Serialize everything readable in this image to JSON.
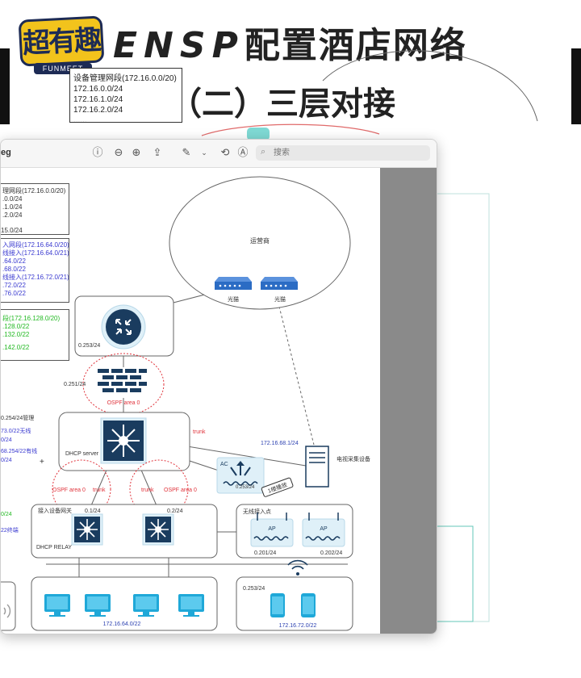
{
  "banner": {
    "logo_main": "超有趣",
    "logo_sub": "FUNMEET",
    "title_en": "ENSP",
    "title_cn": "配置酒店网络",
    "subtitle": "（二）三层对接"
  },
  "background_note": {
    "lines": [
      "设备管理网段(172.16.0.0/20)",
      "172.16.0.0/24",
      "172.16.1.0/24",
      "172.16.2.0/24",
      "......"
    ]
  },
  "window": {
    "title": "eg",
    "search_placeholder": "搜索"
  },
  "icons": [
    "info-icon",
    "zoom-out-icon",
    "zoom-in-icon",
    "share-icon",
    "pen-icon",
    "chevron-down-icon",
    "rotate-icon",
    "markup-icon",
    "search-icon"
  ],
  "notes": {
    "mgmt": [
      "理网段(172.16.0.0/20)",
      ".0.0/24",
      ".1.0/24",
      ".2.0/24",
      "",
      "15.0/24"
    ],
    "access": [
      "入网段(172.16.64.0/20)",
      "线接入(172.16.64.0/21)",
      ".64.0/22",
      ".68.0/22",
      "线接入(172.16.72.0/21)",
      ".72.0/22",
      ".76.0/22"
    ],
    "green": [
      "段(172.16.128.0/20)",
      ".128.0/22",
      ".132.0/22",
      "",
      ".142.0/22"
    ]
  },
  "diagram": {
    "operator_label": "运营商",
    "modem1_label": "光猫",
    "modem2_label": "光猫",
    "router_ip": "0.253/24",
    "firewall_ip": "0.251/24",
    "ospf_top": "OSPF area 0",
    "core_mgmt": "0.254/24管理",
    "dhcp_server": "DHCP server",
    "core_side1": "73.0/22无线",
    "core_side2": "0/24",
    "core_side3": "68.254/22有线",
    "core_side4": "0/24",
    "trunk_right": "trunk",
    "server_ip": "172.16.68.1/24",
    "server_label": "电视采集设备",
    "ac_label": "AC",
    "ac_ip": "0.253/24",
    "tag_label": "1楼播放",
    "ospf_left": "OSPF area 0",
    "trunk_left": "trunk",
    "trunk_mid": "trunk",
    "ospf_right": "OSPF area 0",
    "access_gw": "接入设备网关",
    "sw1_ip": "0.1/24",
    "sw2_ip": "0.2/24",
    "dhcp_relay": "DHCP RELAY",
    "left_green1": "0/24",
    "left_green2": "22终端",
    "wireless_label": "无线接入点",
    "ap1_label": "AP",
    "ap2_label": "AP",
    "ap1_ip": "0.201/24",
    "ap2_ip": "0.202/24",
    "pc_subnet": "172.16.64.0/22",
    "phone_ip": "0.253/24",
    "phone_subnet": "172.16.72.0/22"
  },
  "colors": {
    "line": "#666666",
    "ospf_red": "#e0343c",
    "ip_blue": "#2a3fb0",
    "note_blue": "#3a3ad0",
    "note_green": "#22b922",
    "teal": "#20c0d0",
    "device": "#163a5c",
    "pc_blue": "#1fa8d8",
    "modem": "#2b6cc4"
  }
}
